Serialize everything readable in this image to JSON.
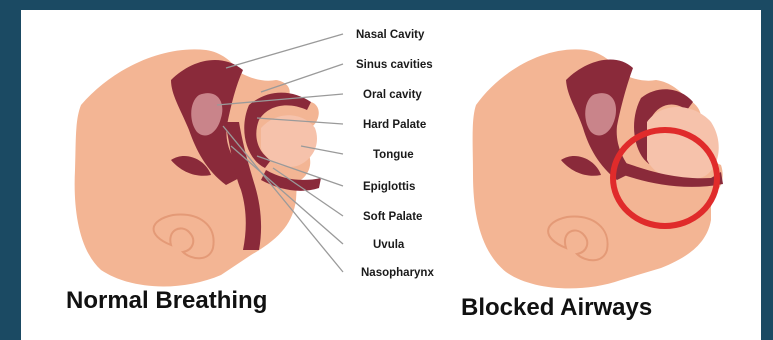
{
  "labels": [
    "Nasal Cavity",
    "Sinus cavities",
    "Oral cavity",
    "Hard Palate",
    "Tongue",
    "Epiglottis",
    "Soft Palate",
    "Uvula",
    "Nasopharynx"
  ],
  "captions": {
    "left": "Normal Breathing",
    "right": "Blocked Airways"
  },
  "colors": {
    "skin": "#f3b594",
    "skin_shadow": "#e9a17d",
    "tissue": "#8a2a3a",
    "tissue_light": "#c9848a",
    "tongue": "#f6c2ab",
    "obstruction_circle": "#e02b2b",
    "background": "#1b4a63"
  }
}
